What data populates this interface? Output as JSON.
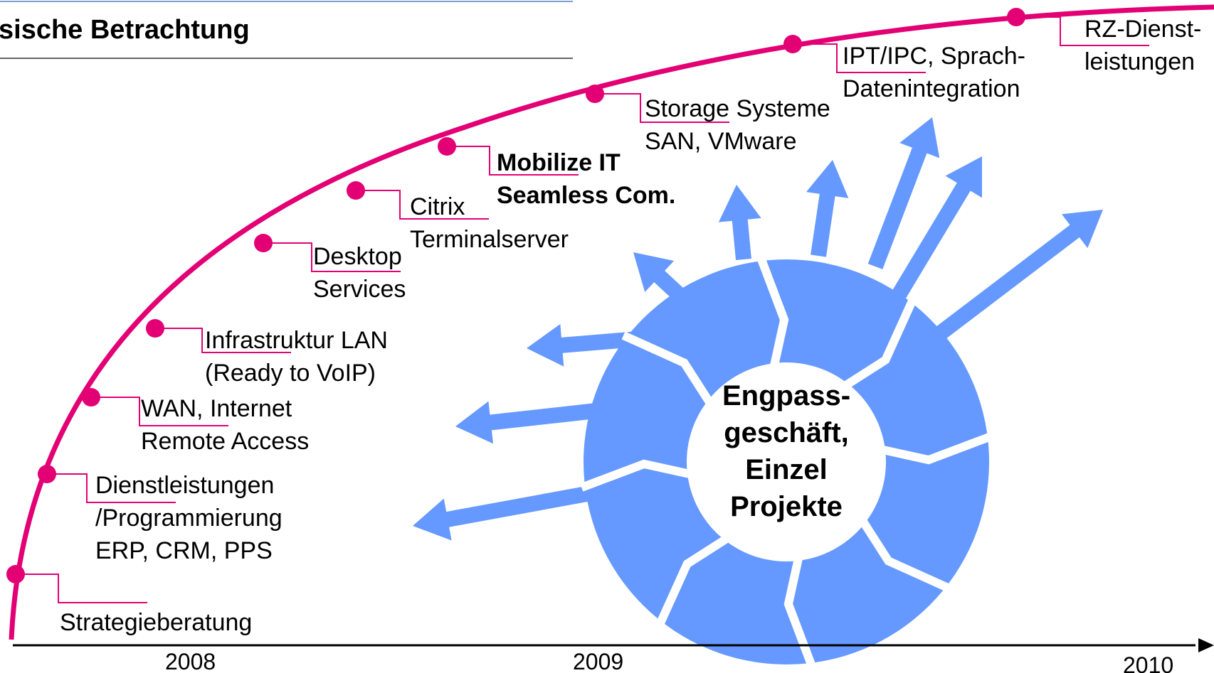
{
  "header": {
    "title": "sische Betrachtung"
  },
  "colors": {
    "accent": "#e20074",
    "wheel": "#6699ff",
    "axis": "#000000",
    "header_top_line": "#7f9fcf",
    "header_rule": "#666666"
  },
  "timeline": {
    "years": [
      "2008",
      "2009",
      "2010"
    ],
    "milestones": [
      {
        "lines": [
          "Strategieberatung"
        ],
        "bold": false
      },
      {
        "lines": [
          "Dienstleistungen",
          "/Programmierung",
          "ERP, CRM, PPS"
        ],
        "bold": false
      },
      {
        "lines": [
          "WAN, Internet",
          "Remote Access"
        ],
        "bold": false
      },
      {
        "lines": [
          "Infrastruktur LAN",
          "(Ready to VoIP)"
        ],
        "bold": false
      },
      {
        "lines": [
          "Desktop",
          "Services"
        ],
        "bold": false
      },
      {
        "lines": [
          "Citrix",
          "Terminalserver"
        ],
        "bold": false
      },
      {
        "lines": [
          "Mobilize IT",
          "Seamless Com."
        ],
        "bold": true
      },
      {
        "lines": [
          "Storage Systeme",
          "SAN, VMware"
        ],
        "bold": false
      },
      {
        "lines": [
          "IPT/IPC, Sprach-",
          "Datenintegration"
        ],
        "bold": false
      },
      {
        "lines": [
          "RZ-Dienst-",
          "leistungen"
        ],
        "bold": false
      }
    ]
  },
  "wheel": {
    "center_lines": [
      "Engpass-",
      "geschäft,",
      "Einzel",
      "Projekte"
    ],
    "arrow_count": 9,
    "segment_count": 8
  }
}
